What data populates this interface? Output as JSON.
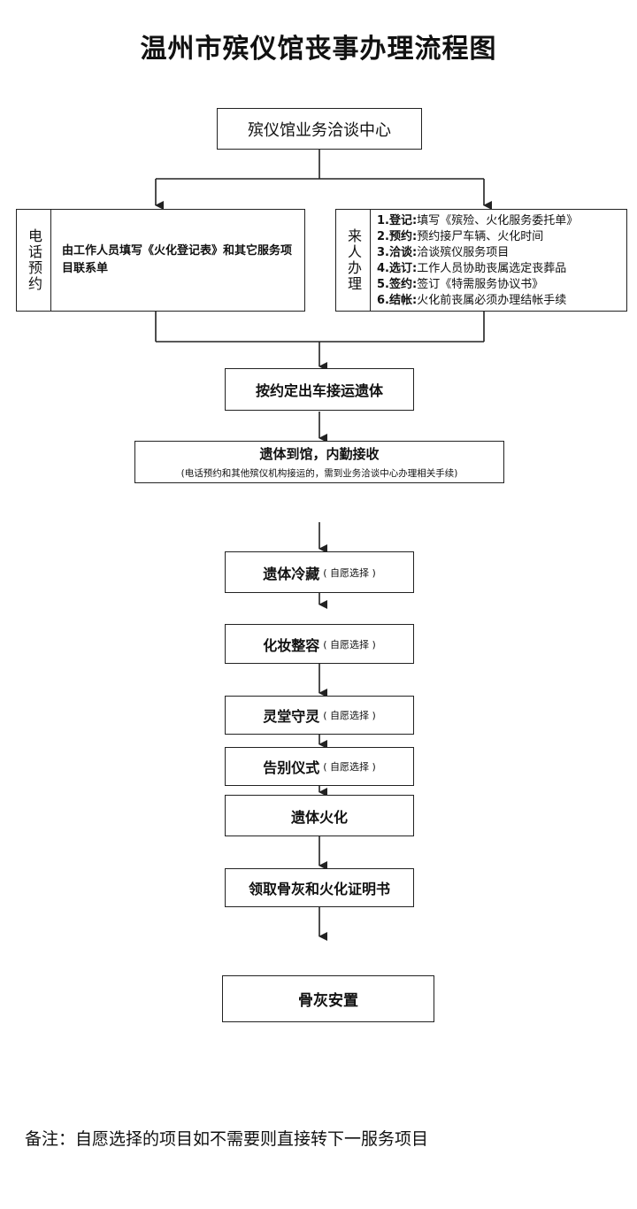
{
  "title": "温州市殡仪馆丧事办理流程图",
  "start": "殡仪馆业务洽谈中心",
  "phone": {
    "label": "电话预约",
    "text": "由工作人员填写《火化登记表》和其它服务项目联系单"
  },
  "visit": {
    "label": "来人办理",
    "steps": [
      {
        "key": "1.登记:",
        "text": "填写《殡殓、火化服务委托单》"
      },
      {
        "key": "2.预约:",
        "text": "预约接尸车辆、火化时间"
      },
      {
        "key": "3.洽谈:",
        "text": "洽谈殡仪服务项目"
      },
      {
        "key": "4.选订:",
        "text": "工作人员协助丧属选定丧葬品"
      },
      {
        "key": "5.签约:",
        "text": "签订《特需服务协议书》"
      },
      {
        "key": "6.结帐:",
        "text": "火化前丧属必须办理结帐手续"
      }
    ]
  },
  "flow": {
    "transport": "按约定出车接运遗体",
    "arrival": "遗体到馆，内勤接收",
    "arrival_note": "(电话预约和其他殡仪机构接运的，需到业务洽谈中心办理相关手续)",
    "cold": "遗体冷藏",
    "makeup": "化妆整容",
    "vigil": "灵堂守灵",
    "farewell": "告别仪式",
    "cremation": "遗体火化",
    "collect": "领取骨灰和火化证明书",
    "placement": "骨灰安置",
    "optional": "( 自愿选择 )"
  },
  "footer_note": "备注：自愿选择的项目如不需要则直接转下一服务项目"
}
